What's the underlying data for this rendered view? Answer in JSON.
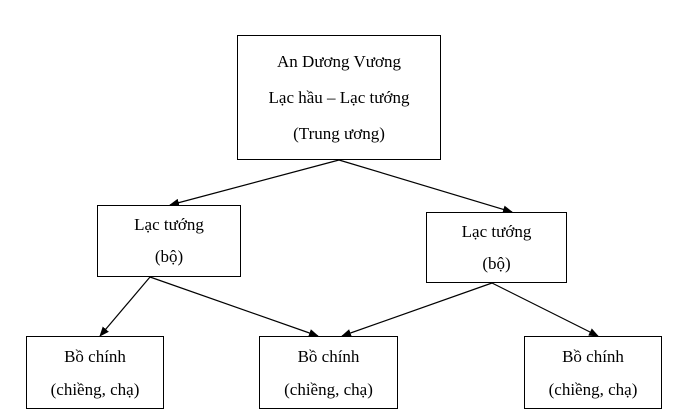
{
  "root": {
    "line1": "An Dương Vương",
    "line2": "Lạc hầu – Lạc tướng",
    "line3": "(Trung ương)"
  },
  "left_mid": {
    "line1": "Lạc tướng",
    "line2": "(bộ)"
  },
  "right_mid": {
    "line1": "Lạc tướng",
    "line2": "(bộ)"
  },
  "bottom": [
    {
      "line1": "Bồ chính",
      "line2": "(chiềng, chạ)"
    },
    {
      "line1": "Bồ chính",
      "line2": "(chiềng, chạ)"
    },
    {
      "line1": "Bồ chính",
      "line2": "(chiềng, chạ)"
    }
  ]
}
